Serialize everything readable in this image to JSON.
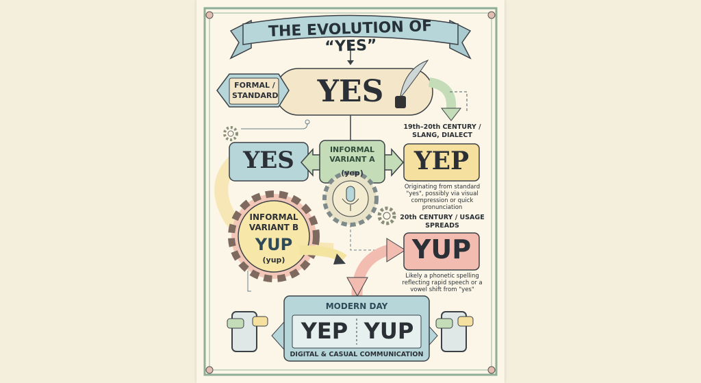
{
  "title": "THE EVOLUTION OF “YES”",
  "formal": {
    "label": "FORMAL / STANDARD",
    "word": "YES"
  },
  "informal_a": {
    "label": "INFORMAL VARIANT A",
    "sub": "(yep)",
    "source_word": "YES"
  },
  "yep": {
    "era": "19th–20th CENTURY / SLANG, DIALECT",
    "word": "YEP",
    "note": "Originating from standard \"yes\", possibly via visual compression or quick pronunciation"
  },
  "informal_b": {
    "label": "INFORMAL VARIANT B",
    "word": "YUP",
    "sub": "(yup)"
  },
  "yup": {
    "era": "20th CENTURY / USAGE SPREADS",
    "word": "YUP",
    "note": "Likely a phonetic spelling reflecting rapid speech or a vowel shift from \"yes\""
  },
  "modern": {
    "label": "MODERN DAY",
    "word_left": "YEP",
    "word_right": "YUP",
    "footer": "DIGITAL & CASUAL COMMUNICATION"
  },
  "colors": {
    "background": "#f4eedd",
    "paper": "#fbf6e7",
    "blue": "#b7d6da",
    "green": "#c4dcb8",
    "yellow": "#f6e0a0",
    "pink": "#f3bcb0",
    "ink": "#2b3036"
  },
  "icons": [
    "quill-ink-icon",
    "gear-icon",
    "microphone-icon",
    "phone-chat-icon"
  ]
}
